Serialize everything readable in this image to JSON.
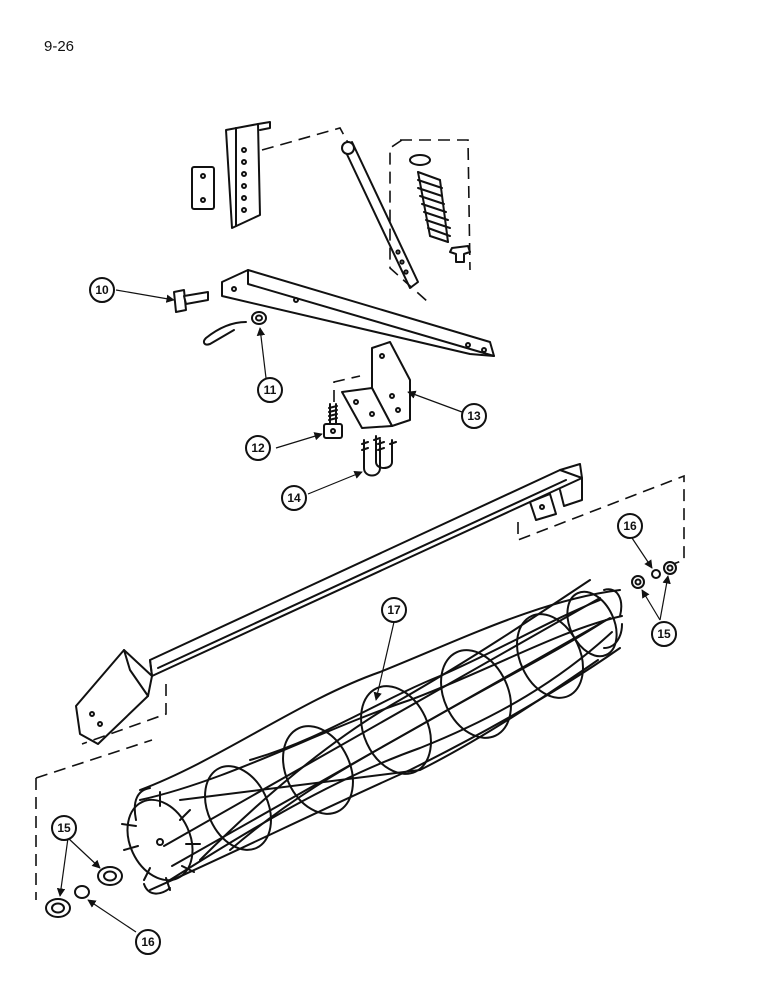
{
  "page": {
    "number": "9-26"
  },
  "callouts": [
    {
      "id": "c10",
      "label": "10"
    },
    {
      "id": "c11",
      "label": "11"
    },
    {
      "id": "c12",
      "label": "12"
    },
    {
      "id": "c13",
      "label": "13"
    },
    {
      "id": "c14",
      "label": "14"
    },
    {
      "id": "c15a",
      "label": "15"
    },
    {
      "id": "c15b",
      "label": "15"
    },
    {
      "id": "c16a",
      "label": "16"
    },
    {
      "id": "c16b",
      "label": "16"
    },
    {
      "id": "c17",
      "label": "17"
    }
  ]
}
